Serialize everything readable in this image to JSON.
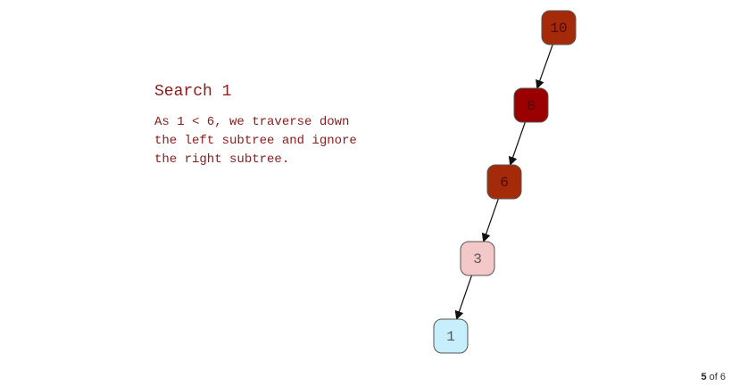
{
  "explanation": {
    "heading": "Search 1",
    "lines": [
      "As 1 < 6, we traverse down",
      "the left subtree and ignore",
      "the right subtree."
    ]
  },
  "tree": {
    "nodes": [
      {
        "id": "n10",
        "label": "10",
        "state": "visited-dark",
        "fill": "#a52a0a",
        "text_color": "#4a0a0a"
      },
      {
        "id": "n8",
        "label": "8",
        "state": "visited-darker",
        "fill": "#9b0000",
        "text_color": "#4a0a0a"
      },
      {
        "id": "n6",
        "label": "6",
        "state": "visited-dark",
        "fill": "#a52a0a",
        "text_color": "#4a0a0a"
      },
      {
        "id": "n3",
        "label": "3",
        "state": "current",
        "fill": "#f4c8c8",
        "text_color": "#555555"
      },
      {
        "id": "n1",
        "label": "1",
        "state": "target",
        "fill": "#c6eefc",
        "text_color": "#555555"
      }
    ],
    "edges": [
      {
        "from": "n10",
        "to": "n8"
      },
      {
        "from": "n8",
        "to": "n6"
      },
      {
        "from": "n6",
        "to": "n3"
      },
      {
        "from": "n3",
        "to": "n1"
      }
    ]
  },
  "pager": {
    "current": "5",
    "separator": "of",
    "total": "6"
  }
}
